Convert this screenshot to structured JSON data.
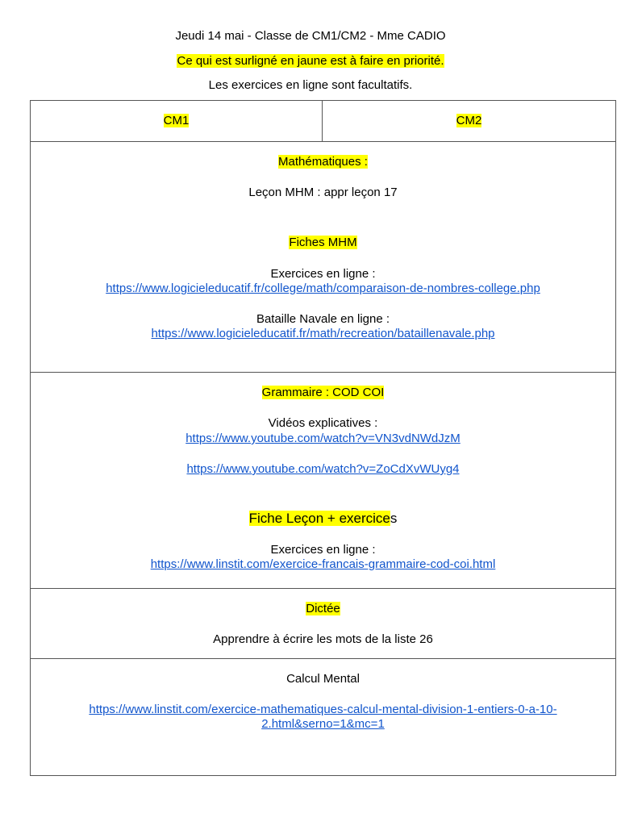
{
  "header": {
    "title": "Jeudi 14 mai    -   Classe de CM1/CM2  -  Mme CADIO",
    "priority_note": "Ce qui est surligné en jaune est à faire en priorité.",
    "optional_note": "Les exercices en ligne sont facultatifs."
  },
  "table": {
    "col1": "CM1",
    "col2": "CM2",
    "math": {
      "heading": "Mathématiques :",
      "lesson": "Leçon MHM : appr leçon 17",
      "fiches": "Fiches MHM",
      "exercises_label": "Exercices en ligne :",
      "exercises_link": "https://www.logicieleducatif.fr/college/math/comparaison-de-nombres-college.php",
      "bataille_label": "Bataille Navale en ligne :",
      "bataille_link": "https://www.logicieleducatif.fr/math/recreation/bataillenavale.php"
    },
    "grammar": {
      "heading": "Grammaire : COD COI",
      "videos_label": "Vidéos explicatives :",
      "video1": "https://www.youtube.com/watch?v=VN3vdNWdJzM",
      "video2": "https://www.youtube.com/watch?v=ZoCdXvWUyg4",
      "fiche_highlighted": "Fiche Leçon + exercice",
      "fiche_rest": "s",
      "exercises_label": "Exercices en ligne :",
      "exercises_link": "https://www.linstit.com/exercice-francais-grammaire-cod-coi.html"
    },
    "dictee": {
      "heading": "Dictée",
      "text": "Apprendre à écrire les mots de la liste 26"
    },
    "calcul": {
      "heading": "Calcul Mental",
      "link_line1": "https://www.linstit.com/exercice-mathematiques-calcul-mental-division-1-entiers-0-a-10-",
      "link_line2": "2.html&serno=1&mc=1"
    }
  }
}
